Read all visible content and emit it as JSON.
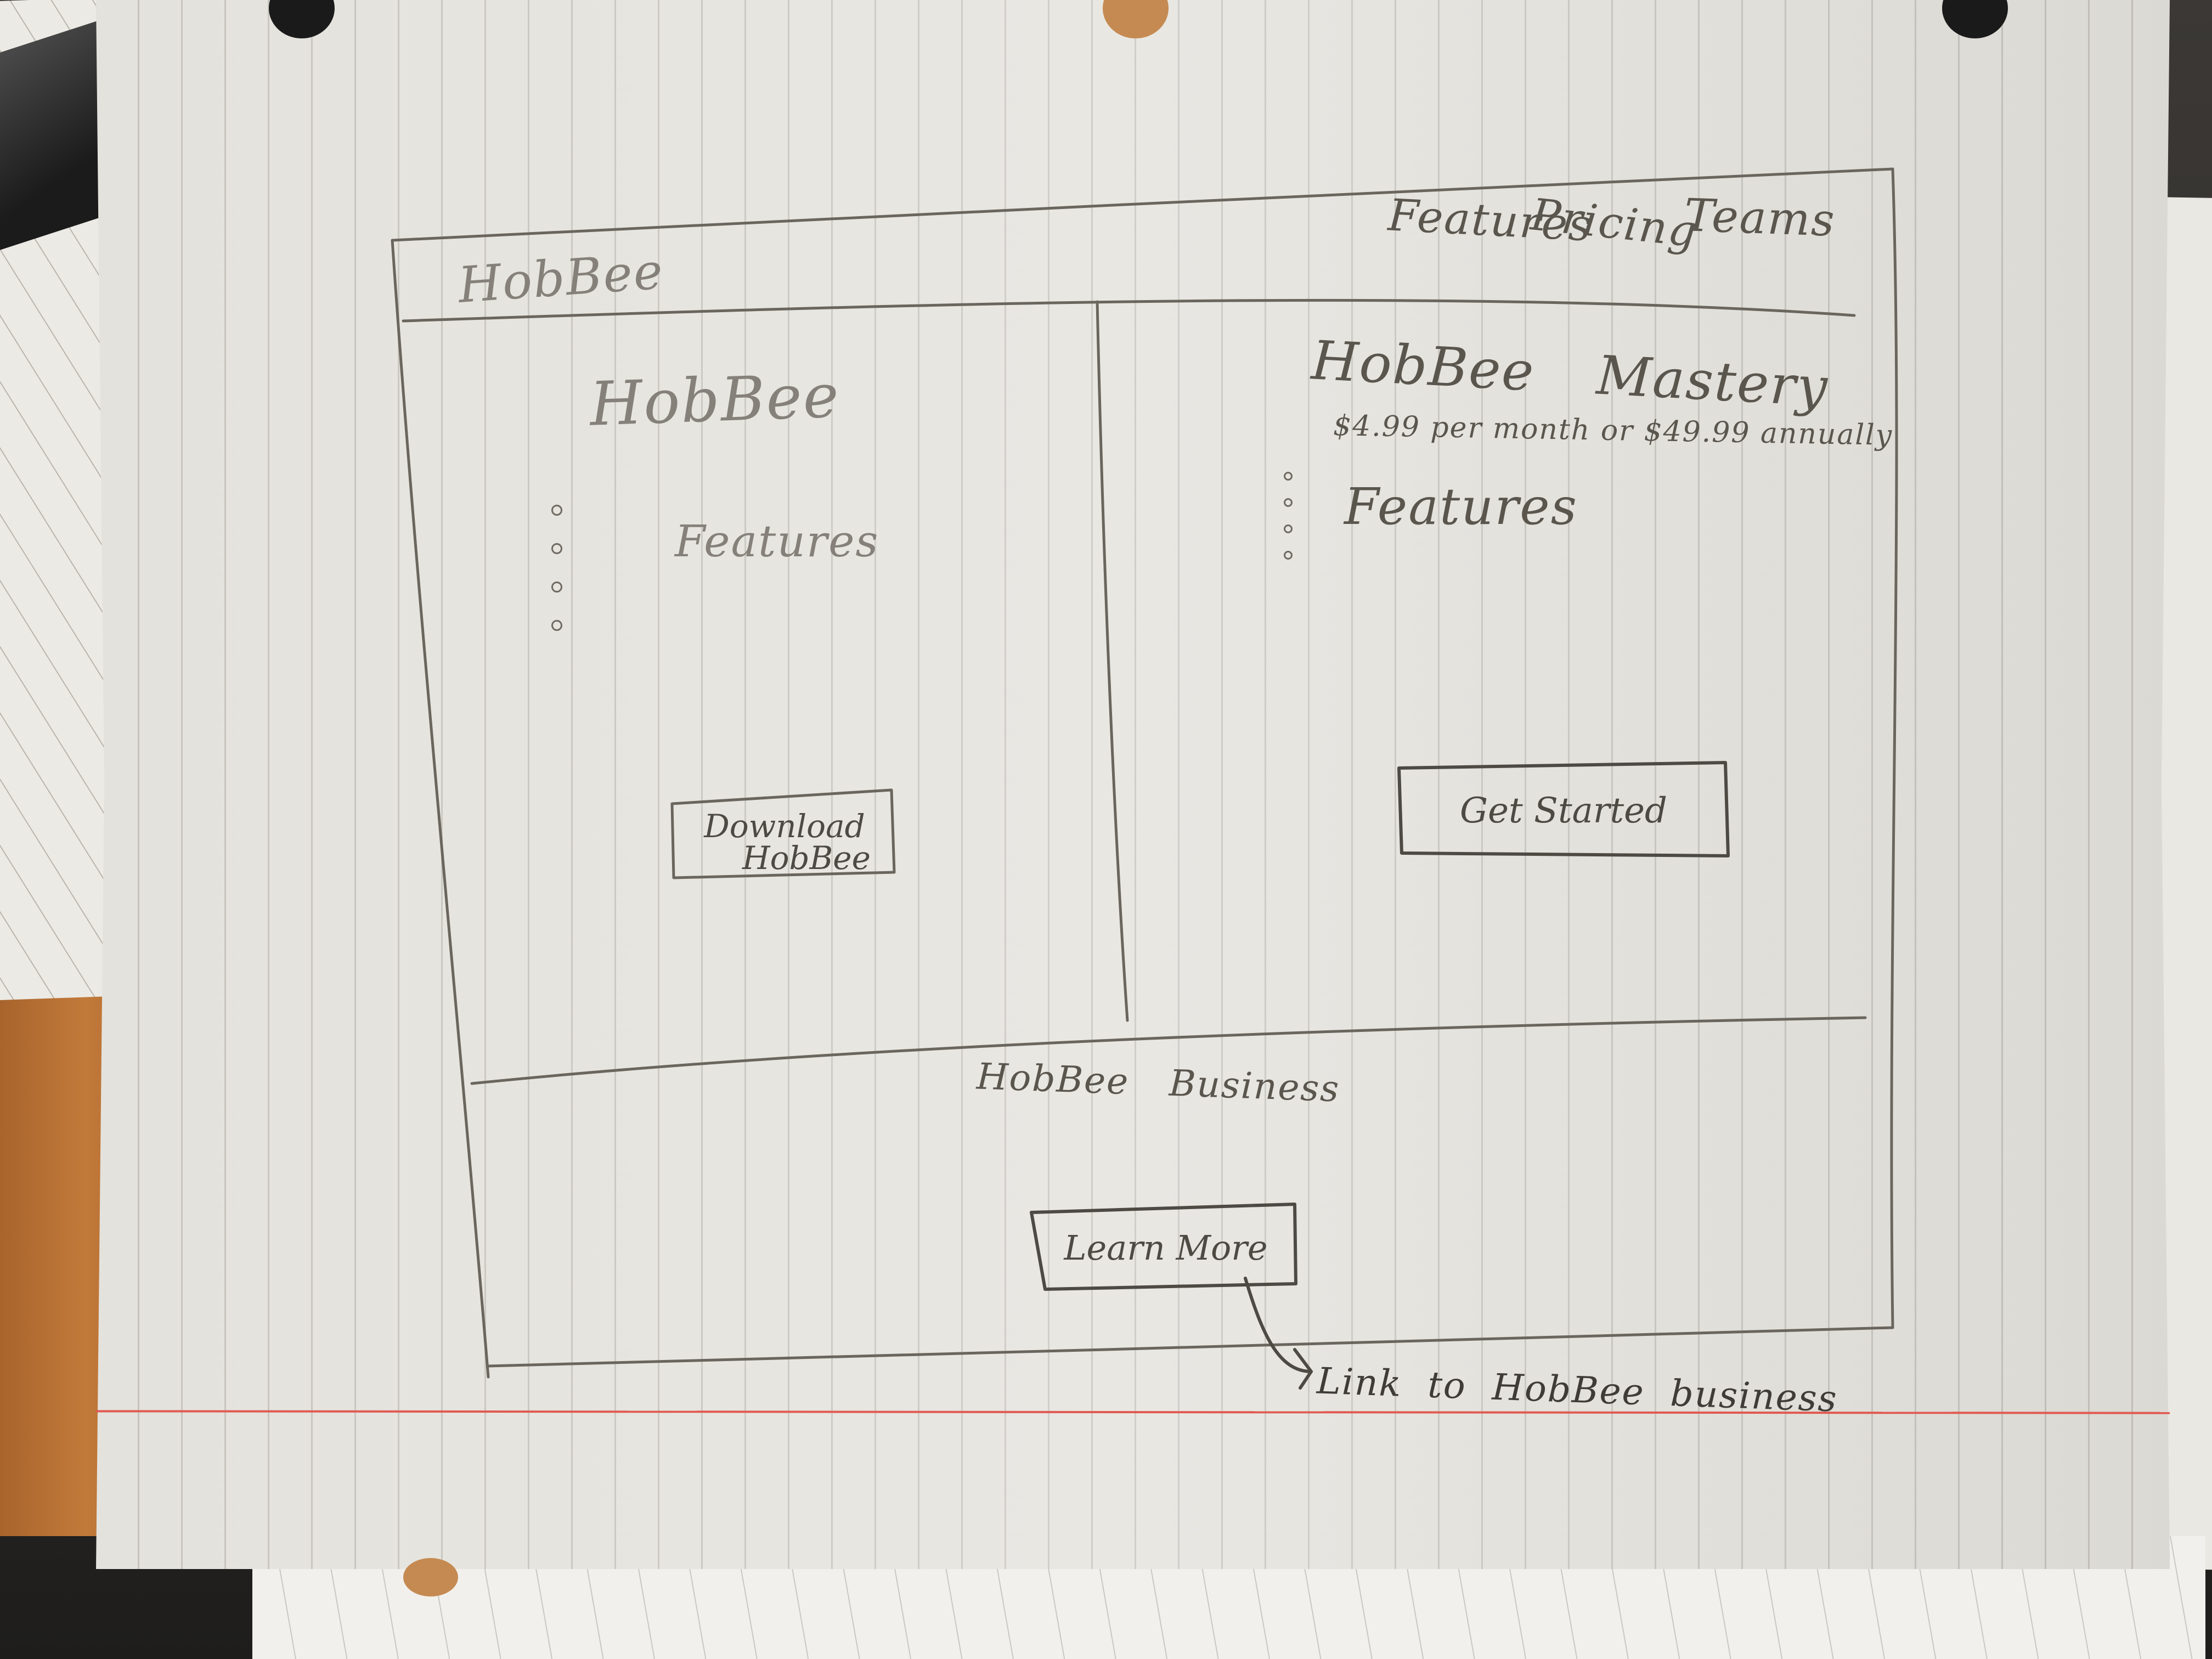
{
  "navbar": {
    "logo": "HobBee",
    "links": [
      "Features",
      "Pricing",
      "Teams"
    ]
  },
  "left_panel": {
    "title": "HobBee",
    "features_label": "Features",
    "bullet_count": 4,
    "button_line1": "Download",
    "button_line2": "HobBee"
  },
  "right_panel": {
    "title": "HobBee Mastery",
    "price": "$4.99 per month or $49.99 annually",
    "features_label": "Features",
    "bullet_count": 4,
    "button": "Get Started"
  },
  "business_section": {
    "title": "HobBee Business",
    "button": "Learn More"
  },
  "annotation": {
    "note": "Link to HobBee business"
  },
  "colors": {
    "paper": "#e4e2dc",
    "pencil": "#6a665e",
    "margin_line": "#e05a52"
  }
}
